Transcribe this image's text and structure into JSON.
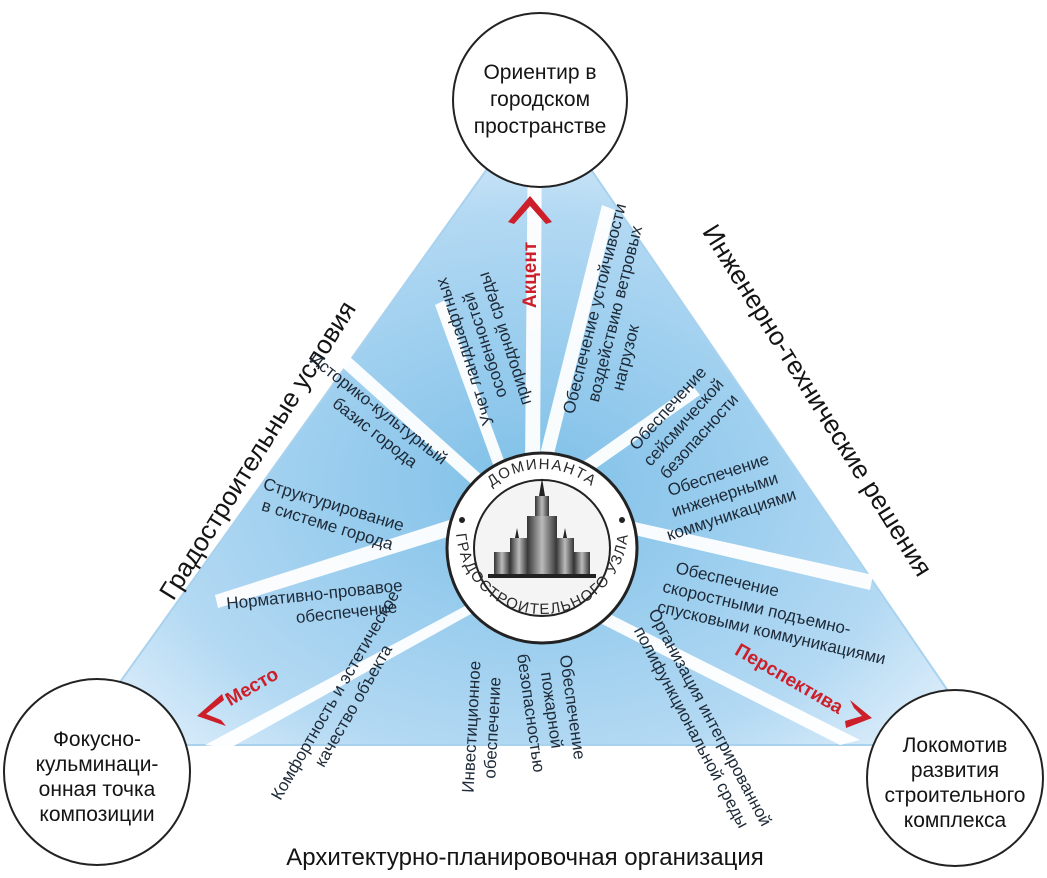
{
  "nodes": {
    "top": [
      "Ориентир в",
      "городском",
      "пространстве"
    ],
    "left": [
      "Фокусно-",
      "кульминаци-",
      "онная точка",
      "композиции"
    ],
    "right": [
      "Локомотив",
      "развития",
      "строительного",
      "комплекса"
    ]
  },
  "sides": {
    "left": "Градостроительные условия",
    "right": "Инженерно-технические решения",
    "bottom": "Архитектурно-планировочная организация"
  },
  "accents": {
    "top": "Акцент",
    "left": "Место",
    "right": "Перспектива"
  },
  "center": {
    "ring_top": "ДОМИНАНТА",
    "ring_bottom": "ГРАДОСТРОИТЕЛЬНОГО УЗЛА"
  },
  "factors": {
    "landscape": [
      "Учет ландшафтных",
      "особенностей",
      "природной среды"
    ],
    "historic": [
      "Историко-культурный",
      "базис города"
    ],
    "structuring": [
      "Структурирование",
      "в системе города"
    ],
    "normative": [
      "Нормативно-провавое",
      "обеспечение"
    ],
    "comfort": [
      "Комфортность и эстетическое",
      "качество объекта"
    ],
    "investment": [
      "Инвестиционное",
      "обеспечение"
    ],
    "fire": [
      "Обеспечение",
      "пожарной",
      "безопасностью"
    ],
    "multifunctional": [
      "Организация интегрированной",
      "полифункциональной среды"
    ],
    "wind": [
      "Обеспечение устойчивости",
      "воздействию ветровых",
      "нагрузок"
    ],
    "seismic": [
      "Обеспечение",
      "сейсмической",
      "безопасности"
    ],
    "utilities": [
      "Обеспечение",
      "инженерными",
      "коммуникациями"
    ],
    "elevators": [
      "Обеспечение",
      "скоростными подъемно-",
      "спусковыми коммуникациями"
    ]
  },
  "colors": {
    "triangle_edge": "#cfe6f7",
    "triangle_center": "#7fc0e8",
    "accent": "#cc1f2a",
    "node_stroke": "#222222"
  }
}
